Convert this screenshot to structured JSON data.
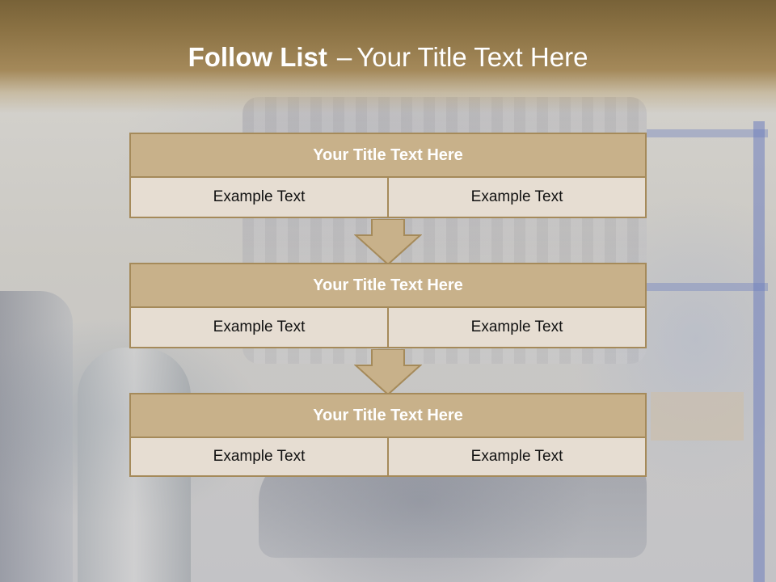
{
  "slide": {
    "title_bold": "Follow List",
    "title_dash": "–",
    "title_rest": "Your Title Text Here"
  },
  "blocks": [
    {
      "title": "Your Title Text Here",
      "left_text": "Example Text",
      "right_text": "Example Text"
    },
    {
      "title": "Your Title Text Here",
      "left_text": "Example Text",
      "right_text": "Example Text"
    },
    {
      "title": "Your Title Text Here",
      "left_text": "Example Text",
      "right_text": "Example Text"
    }
  ],
  "colors": {
    "header_band": "#8a7143",
    "block_head_fill": "#c8b18a",
    "block_border": "#a58a5a",
    "cell_fill": "#e6ddd2",
    "arrow_fill": "#c8b18a"
  },
  "icons": [
    "arrow-down-icon",
    "arrow-down-icon"
  ]
}
